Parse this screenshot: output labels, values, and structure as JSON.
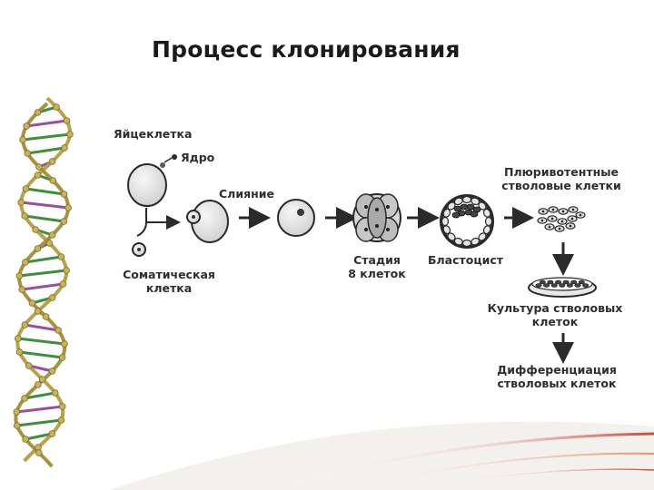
{
  "slide": {
    "title": "Процесс клонирования"
  },
  "diagram": {
    "egg_cell": "Яйцеклетка",
    "nucleus": "Ядро",
    "somatic_cell_line1": "Соматическая",
    "somatic_cell_line2": "клетка",
    "fusion": "Слияние",
    "stage_line1": "Стадия",
    "stage_line2": "8 клеток",
    "blastocyst": "Бластоцист",
    "pluripotent_line1": "Плюривотентные",
    "pluripotent_line2": "стволовые клетки",
    "culture_line1": "Культура стволовых",
    "culture_line2": "клеток",
    "differentiation_line1": "Дифференциация",
    "differentiation_line2": "стволовых клеток"
  },
  "colors": {
    "helix_strand": "#b8a24a",
    "helix_bead": "#c9b35a",
    "rung_green": "#3f8f3a",
    "rung_purple": "#9a4f9e",
    "swoosh": "#c23a2a",
    "cell_fill": "#e3e3e3",
    "cell_stroke": "#2a2a2a",
    "text": "#2e2e2e"
  },
  "icons": {
    "dna": "dna-helix-icon",
    "arrow": "arrow-right-icon"
  }
}
